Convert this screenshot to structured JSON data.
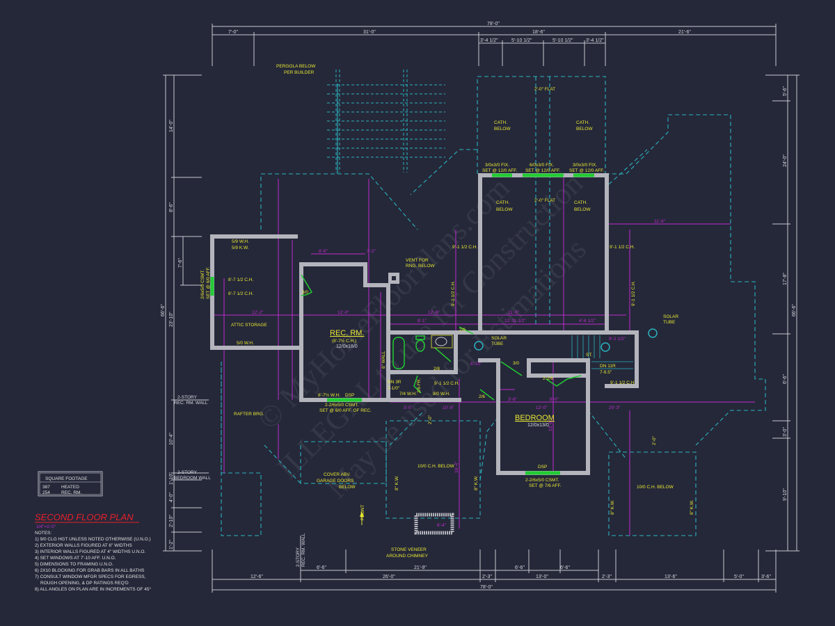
{
  "title": "SECOND FLOOR PLAN",
  "scale": "1/4\"=1'-0\"",
  "square_footage": {
    "header": "SQUARE FOOTAGE",
    "rows": [
      {
        "value": "387",
        "label": "HEATED"
      },
      {
        "value": "254",
        "label": "REC. RM."
      }
    ]
  },
  "notes": {
    "header": "NOTES:",
    "items": [
      "1) 9/0 CLG HGT UNLESS NOTED OTHERWISE (U.N.O.)",
      "2) EXTERIOR WALLS FIGURED AT 6\" WIDTHS",
      "3) INTERIOR WALLS FIGURED AT 4\" WIDTHS U.N.O.",
      "4) SET WINDOWS AT 7'-10 AFF. U.N.O.",
      "5) DIMENSIONS TO FRAMING U.N.O.",
      "6) 2X10 BLOCKING FOR GRAB BARS IN ALL BATHS",
      "7) CONSULT WINDOW MFGR SPECS FOR EGRESS,",
      "   ROUGH OPENING, & DP RATINGS REQ'D",
      "8) ALL ANGLES ON PLAN ARE IN INCREMENTS OF 45°"
    ]
  },
  "dims": {
    "top_overall": "78'-0\"",
    "top_row": [
      "7'-0\"",
      "31'-0\"",
      "18'-6\"",
      "21'-6\""
    ],
    "top_sub": [
      "3'-4 1/2\"",
      "5'-10 1/2\"",
      "5'-10 1/2\"",
      "3'-4 1/2\""
    ],
    "bottom_overall": "78'-0\"",
    "bottom_row": [
      "12'-6\"",
      "26'-0\"",
      "2'-3\"",
      "13'-0\"",
      "2'-3\"",
      "13'-6\"",
      "5'-0\"",
      "3'-6\""
    ],
    "bottom_sub": [
      "6'-6\"",
      "21'-9\"",
      "6'-6\"",
      "6'-6\""
    ],
    "left_overall": "66'-6\"",
    "left_row": [
      "14'-0\"",
      "8'-6\"",
      "23'-10\"",
      "10'-4\"",
      "1'-10\"",
      "4'-0\"",
      "2'-10\"",
      "1'-2\""
    ],
    "left_sub": "7'-6\"",
    "right_overall": "66'-6\"",
    "right_row": [
      "5'-6\"",
      "24'-0\"",
      "17'-8\"",
      "6'-6\"",
      "3'-0\"",
      "9'-10\""
    ]
  },
  "labels": {
    "pergola": "PERGOLA BELOW",
    "pergola2": "PER BUILDER",
    "cath": "CATH.",
    "below": "BELOW",
    "flat": "2'-0\" FLAT",
    "win_fix_small": "3/0x3/0 FIX.",
    "win_fix_large": "6/0x3/0 FIX.",
    "win_set": "SET @ 12/0 AFF.",
    "wh59": "5/9 W.H.",
    "kw59": "5/9 K.W.",
    "ch_8712": "8'-7 1/2 C.H.",
    "attic": "ATTIC STORAGE",
    "wh50": "5/0 W.H.",
    "csmt_side1": "2/6x5/0 CSMT.",
    "csmt_side2": "SET @ 6/0 AFF.",
    "vent1": "VENT FOR",
    "vent2": "RNG. BELOW",
    "rec_rm": "REC. RM.",
    "rec_ch": "(8'-7½ C.H.)",
    "rec_size": "12/0x18/0",
    "door30": "3/0",
    "wall6": "6\" WALL",
    "wh8712": "8'-7½ W.H.",
    "dsp": "DSP",
    "csmt_rec1": "2-2/6x5/0 CSMT.",
    "csmt_rec2": "SET @ 6/0 AFF. OF REC.",
    "ch_9112": "9'-1 1/2 C.H.",
    "solar": "SOLAR",
    "tube": "TUBE",
    "door26": "2/6",
    "door28": "2/8",
    "door26fr": "2/6 FR.",
    "dn3r": "DN 3R",
    "dn3r_h": "7-1/0\"",
    "wh74": "7/4 W.H.",
    "wh80": "8/0 W.H.",
    "closet226": "2-2/6",
    "st": "ST.",
    "dn11r": "DN 11R",
    "dn11r_h": "7-9.5\"",
    "bedroom": "BEDROOM",
    "bed_size": "12/0x13/0",
    "csmt_bed1": "2-2/6x5/0 CSMT.",
    "csmt_bed2": "SET @ 7/6 AFF.",
    "two_story_rec1": "2-STORY",
    "two_story_rec2": "REC. RM. WALL",
    "two_story_bed1": "2-STORY",
    "two_story_bed2": "BEDROOM WALL",
    "rafter": "RAFTER BRG.",
    "cover1": "COVER ABV.",
    "cover2": "GARAGE DOORS",
    "cover3": "BELOW",
    "ch_below": "10/0 C.H. BELOW",
    "kw": "8\" K.W.",
    "front": "FRONT",
    "veneer1": "STONE VENEER",
    "veneer2": "AROUND CHIMNEY",
    "chimney": "6'-4\"",
    "slope": "2'-0\""
  },
  "magenta_dims": [
    "12'-2\"",
    "12'-0\"",
    "8'-6\"",
    "3'-2\"",
    "8'-1\"",
    "12'-6\"",
    "11'-6\"",
    "12'-11 1/2\"",
    "4'-6 1/2\"",
    "6'-10\"",
    "3'-0\"",
    "10'-9\"",
    "3'-8\"",
    "8'-0\"",
    "12'-0\"",
    "20'-3\"",
    "9'-2 1/2\"",
    "11'-6\"",
    "16'-4\"",
    "13'-8\""
  ],
  "watermark": [
    "© MyHomeFloorPlans.com",
    "ILLEGAL to use for Construction",
    "May be used for Estimations"
  ]
}
